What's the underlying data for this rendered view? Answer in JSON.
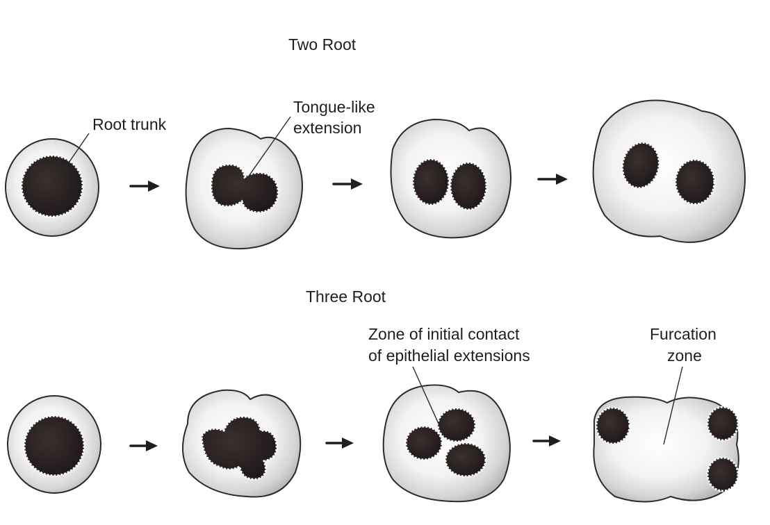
{
  "figure": {
    "rows": [
      {
        "title": "Two Root",
        "labels": [
          {
            "id": "root-trunk",
            "lines": [
              "Root trunk"
            ]
          },
          {
            "id": "tongue-like-extension",
            "lines": [
              "Tongue-like",
              "extension"
            ]
          }
        ]
      },
      {
        "title": "Three Root",
        "labels": [
          {
            "id": "zone-of-initial-contact",
            "lines": [
              "Zone of initial contact",
              "of epithelial extensions"
            ]
          },
          {
            "id": "furcation-zone",
            "lines": [
              "Furcation",
              "zone"
            ]
          }
        ]
      }
    ]
  },
  "colors": {
    "background": "#ffffff",
    "outline": "#2a2a2a",
    "stipple": "#efefef",
    "pulp": "#2b2323",
    "text": "#1e1e1e"
  }
}
